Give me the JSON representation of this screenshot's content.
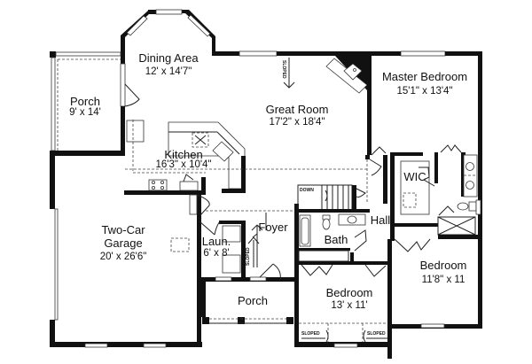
{
  "plan": {
    "rooms": [
      {
        "id": "dining",
        "name": "Dining Area",
        "dims": "12' x 14'7\""
      },
      {
        "id": "porch_side",
        "name": "Porch",
        "dims": "9' x 14'"
      },
      {
        "id": "great_room",
        "name": "Great Room",
        "dims": "17'2\" x 18'4\""
      },
      {
        "id": "master_bedroom",
        "name": "Master Bedroom",
        "dims": "15'1\" x 13'4\""
      },
      {
        "id": "kitchen",
        "name": "Kitchen",
        "dims": "16'3\" x 10'4\""
      },
      {
        "id": "wic",
        "name": "WIC",
        "dims": ""
      },
      {
        "id": "hall",
        "name": "Hall",
        "dims": ""
      },
      {
        "id": "garage",
        "name": "Two-Car\nGarage",
        "name_line1": "Two-Car",
        "name_line2": "Garage",
        "dims": "20' x 26'6\""
      },
      {
        "id": "foyer",
        "name": "Foyer",
        "dims": ""
      },
      {
        "id": "laundry",
        "name": "Laun.",
        "dims": "6' x 8'"
      },
      {
        "id": "bath",
        "name": "Bath",
        "dims": ""
      },
      {
        "id": "bedroom_right",
        "name": "Bedroom",
        "dims": "11'8\" x 11"
      },
      {
        "id": "bedroom_bottom",
        "name": "Bedroom",
        "dims": "13' x 11'"
      },
      {
        "id": "porch_front",
        "name": "Porch",
        "dims": ""
      }
    ],
    "annotations": {
      "sloped_great_room": "SLOPED",
      "sloped_foyer": "SLOPED",
      "sloped_bedroom_left": "SLOPED",
      "sloped_bedroom_right": "SLOPED",
      "stairs_down": "DOWN"
    },
    "colors": {
      "wall": "#111111",
      "background": "#ffffff",
      "line": "#333333"
    }
  }
}
